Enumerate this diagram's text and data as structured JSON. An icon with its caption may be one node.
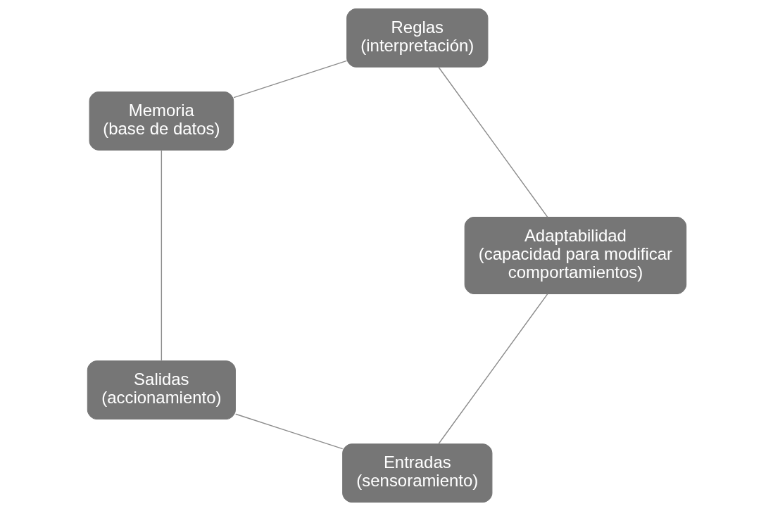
{
  "diagram": {
    "nodes": [
      {
        "text": [
          "Entradas",
          "(sensoramiento)"
        ]
      },
      {
        "text": [
          "Salidas",
          "(accionamiento)"
        ]
      },
      {
        "text": [
          "Memoria",
          "(base de datos)"
        ]
      },
      {
        "text": [
          "Reglas",
          "(interpretación)"
        ]
      },
      {
        "text": [
          "Adaptabilidad",
          "(capacidad para modificar comportamientos)"
        ]
      }
    ],
    "edges": [
      {
        "from": 0,
        "to": 1,
        "arrow": "none"
      },
      {
        "from": 1,
        "to": 2,
        "arrow": "none"
      },
      {
        "from": 2,
        "to": 3,
        "arrow": "none"
      },
      {
        "from": 3,
        "to": 4,
        "arrow": "none"
      },
      {
        "from": 4,
        "to": 0,
        "arrow": "none"
      }
    ]
  }
}
